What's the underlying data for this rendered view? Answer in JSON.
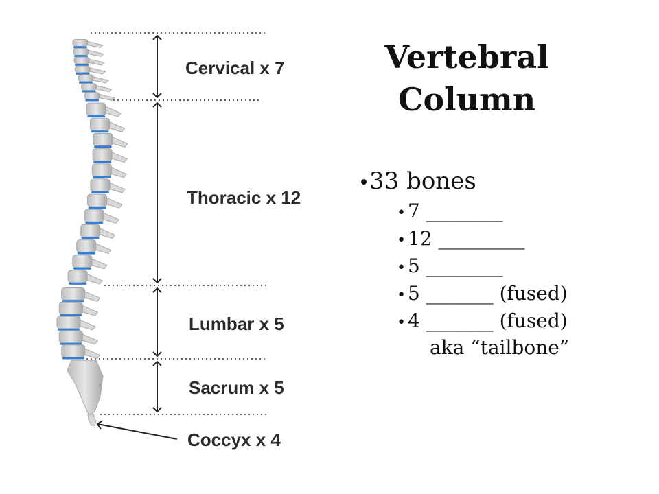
{
  "title": {
    "line1": "Vertebral",
    "line2": "Column"
  },
  "regions": [
    {
      "name": "Cervical",
      "label": "Cervical x 7",
      "count": 7
    },
    {
      "name": "Thoracic",
      "label": "Thoracic x 12",
      "count": 12
    },
    {
      "name": "Lumbar",
      "label": "Lumbar x 5",
      "count": 5
    },
    {
      "name": "Sacrum",
      "label": "Sacrum x 5",
      "count": 5
    },
    {
      "name": "Coccyx",
      "label": "Coccyx x 4",
      "count": 4
    }
  ],
  "bullets": {
    "main": "33 bones",
    "items": [
      "7 ________",
      "12 _________",
      "5 ________",
      "5 _______ (fused)",
      "4 _______ (fused)"
    ],
    "note": "aka “tailbone”"
  },
  "colors": {
    "bone": "#d9d9d9",
    "bone_shadow": "#a9a9a9",
    "disc": "#2f7fd6",
    "text": "#2b2b2b",
    "guide_line": "#666666"
  }
}
